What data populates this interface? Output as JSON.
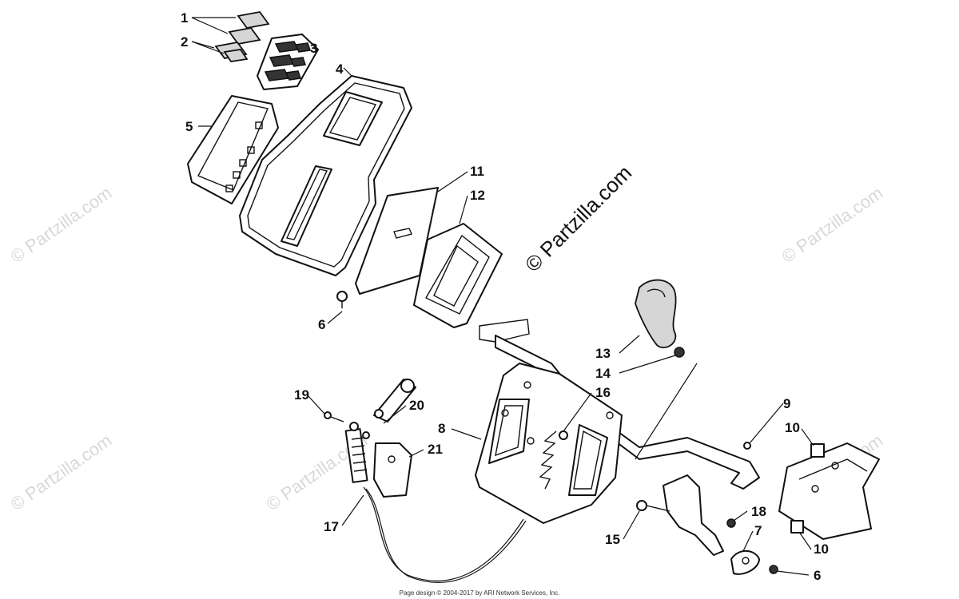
{
  "watermark": {
    "main": "© Partzilla.com",
    "faint": "© Partzilla.com"
  },
  "callouts": [
    {
      "id": "1",
      "text": "1"
    },
    {
      "id": "2",
      "text": "2"
    },
    {
      "id": "3",
      "text": "3"
    },
    {
      "id": "4",
      "text": "4"
    },
    {
      "id": "5",
      "text": "5"
    },
    {
      "id": "6a",
      "text": "6"
    },
    {
      "id": "11",
      "text": "11"
    },
    {
      "id": "12",
      "text": "12"
    },
    {
      "id": "13",
      "text": "13"
    },
    {
      "id": "14",
      "text": "14"
    },
    {
      "id": "16",
      "text": "16"
    },
    {
      "id": "19",
      "text": "19"
    },
    {
      "id": "20",
      "text": "20"
    },
    {
      "id": "8",
      "text": "8"
    },
    {
      "id": "21",
      "text": "21"
    },
    {
      "id": "9",
      "text": "9"
    },
    {
      "id": "10a",
      "text": "10"
    },
    {
      "id": "18",
      "text": "18"
    },
    {
      "id": "7",
      "text": "7"
    },
    {
      "id": "17",
      "text": "17"
    },
    {
      "id": "15",
      "text": "15"
    },
    {
      "id": "10b",
      "text": "10"
    },
    {
      "id": "6b",
      "text": "6"
    }
  ],
  "footer": "Page design © 2004-2017 by ARI Network Services, Inc."
}
